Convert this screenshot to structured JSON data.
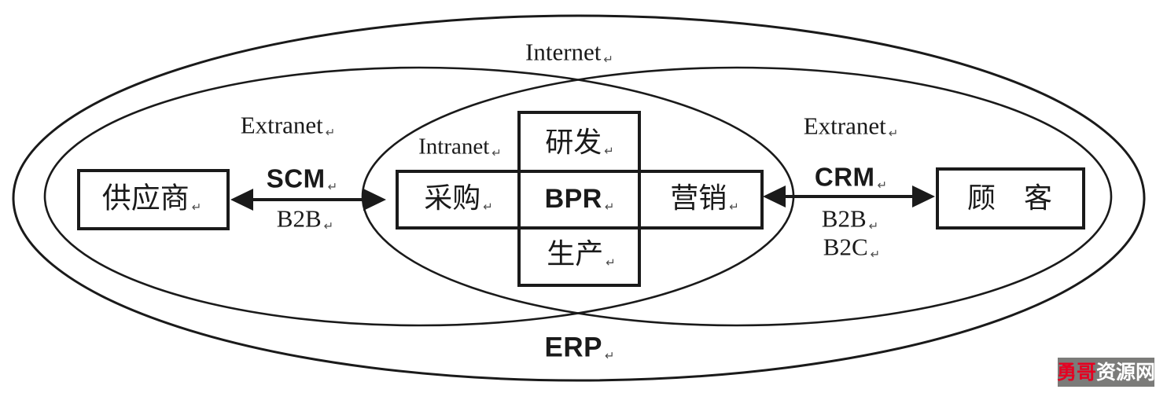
{
  "canvas": {
    "ink": "#1a1a1a",
    "background": "#ffffff"
  },
  "labels": {
    "internet": {
      "text": "Internet",
      "mark": "↵"
    },
    "extranet_left": {
      "text": "Extranet",
      "mark": "↵"
    },
    "extranet_right": {
      "text": "Extranet",
      "mark": "↵"
    },
    "intranet": {
      "text": "Intranet",
      "mark": "↵"
    },
    "erp": {
      "text": "ERP",
      "mark": "↵"
    }
  },
  "nodes": {
    "supplier": {
      "text": "供应商",
      "mark": "↵"
    },
    "procurement": {
      "text": "采购",
      "mark": "↵"
    },
    "rnd": {
      "text": "研发",
      "mark": "↵"
    },
    "bpr": {
      "text": "BPR",
      "mark": "↵"
    },
    "marketing": {
      "text": "营销",
      "mark": "↵"
    },
    "production": {
      "text": "生产",
      "mark": "↵"
    },
    "customer": {
      "text": "顾　客"
    }
  },
  "connections": {
    "scm": {
      "label": "SCM",
      "mark": "↵",
      "b2b": {
        "text": "B2B",
        "mark": "↵"
      }
    },
    "crm": {
      "label": "CRM",
      "mark": "↵",
      "b2b": {
        "text": "B2B",
        "mark": "↵"
      },
      "b2c": {
        "text": "B2C",
        "mark": "↵"
      }
    }
  },
  "watermark": {
    "part1": "勇哥",
    "part2": "资源网",
    "part1_color": "#e60021",
    "part2_color": "#ffffff",
    "bg_color": "#7b7b79"
  }
}
